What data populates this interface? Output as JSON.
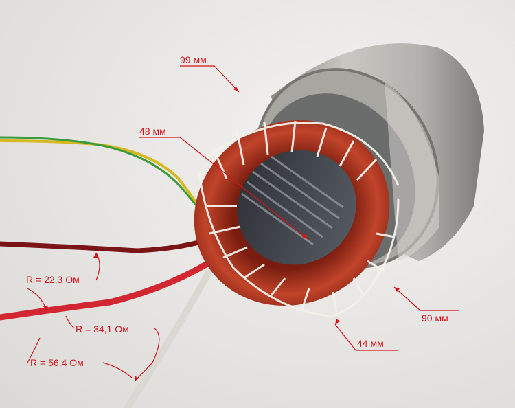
{
  "photo": {
    "subject": "stator-winding-in-housing"
  },
  "annotations": {
    "outer_diameter": "99 мм",
    "inner_diameter": "48 мм",
    "housing_diameter": "90 мм",
    "stack_length": "44 мм",
    "resistance_1": "R = 22,3 Ом",
    "resistance_2": "R = 34,1 Ом",
    "resistance_3": "R = 56,4 Ом"
  },
  "colors": {
    "annotation": "#d7131a",
    "copper": "#b8361f",
    "housing": "#b9b7b2",
    "background": "#e9e8e6"
  }
}
